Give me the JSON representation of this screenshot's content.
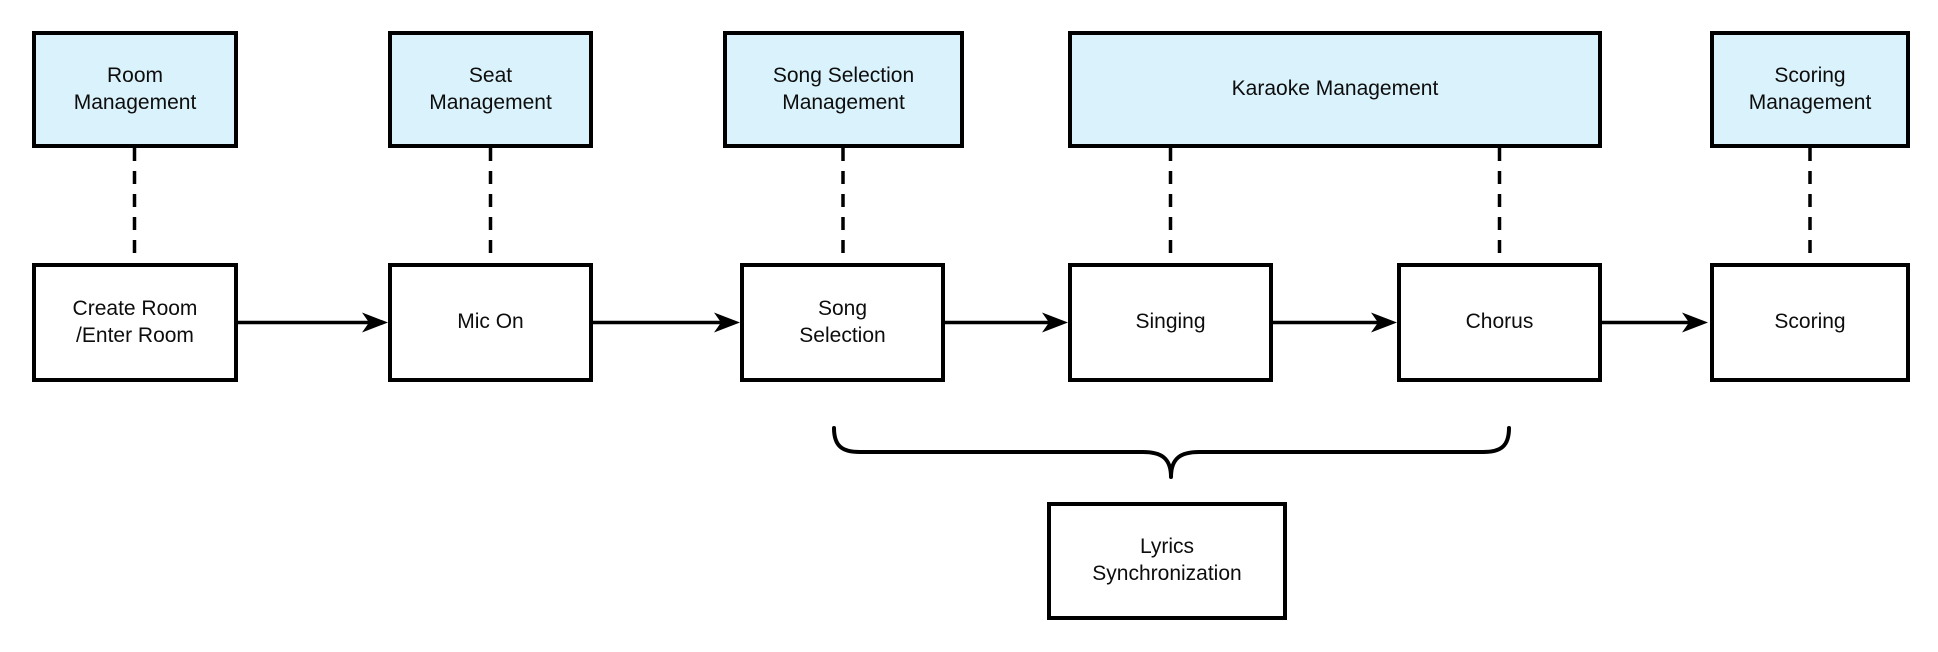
{
  "diagram": {
    "title": "Karaoke room feature flow diagram",
    "colors": {
      "module_fill": "#d9f2fb",
      "step_fill": "#ffffff",
      "border": "#000000",
      "text": "#0d0d0d",
      "connector": "#000000"
    },
    "modules": [
      {
        "id": "room-management",
        "label": "Room\nManagement"
      },
      {
        "id": "seat-management",
        "label": "Seat\nManagement"
      },
      {
        "id": "song-selection-management",
        "label": "Song Selection\nManagement"
      },
      {
        "id": "karaoke-management",
        "label": "Karaoke Management"
      },
      {
        "id": "scoring-management",
        "label": "Scoring\nManagement"
      }
    ],
    "steps": [
      {
        "id": "create-room",
        "label": "Create Room\n/Enter Room"
      },
      {
        "id": "mic-on",
        "label": "Mic On"
      },
      {
        "id": "song-selection",
        "label": "Song\nSelection"
      },
      {
        "id": "singing",
        "label": "Singing"
      },
      {
        "id": "chorus",
        "label": "Chorus"
      },
      {
        "id": "scoring",
        "label": "Scoring"
      }
    ],
    "annotation": {
      "id": "lyrics-synchronization",
      "label": "Lyrics\nSynchronization"
    },
    "relations": {
      "dashed_links": [
        "Room Management - Create Room/Enter Room",
        "Seat Management - Mic On",
        "Song Selection Management - Song Selection",
        "Karaoke Management - Singing",
        "Karaoke Management - Chorus",
        "Scoring Management - Scoring"
      ],
      "flow": "Create Room/Enter Room -> Mic On -> Song Selection -> Singing -> Chorus -> Scoring",
      "brace_group": "Song Selection + Singing + Chorus -> Lyrics Synchronization"
    }
  }
}
